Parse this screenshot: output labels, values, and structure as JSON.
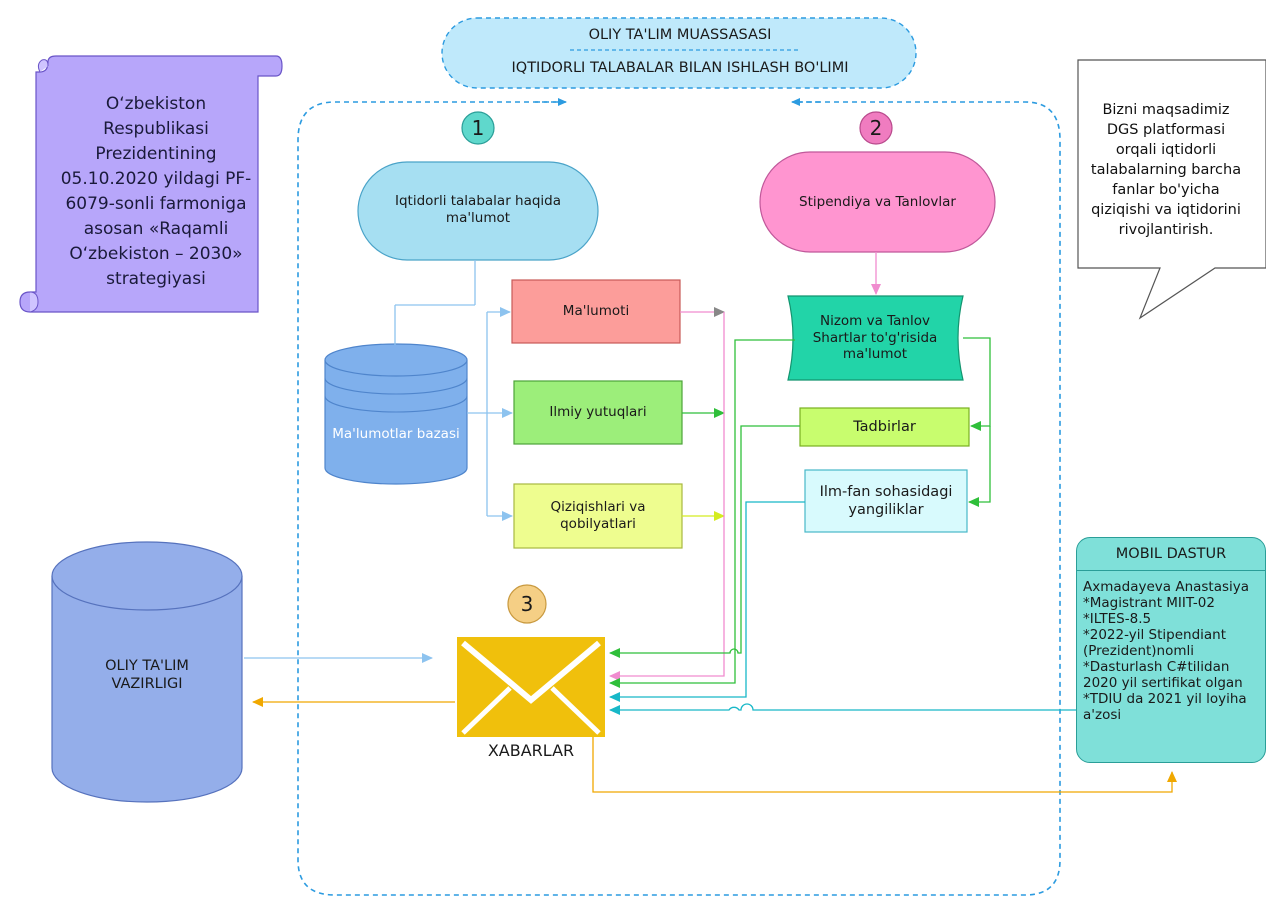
{
  "header": {
    "line1": "OLIY TA'LIM MUASSASASI",
    "line2": "IQTIDORLI TALABALAR BILAN ISHLASH BO'LIMI"
  },
  "scroll": {
    "text": "O‘zbekiston Respublikasi Prezidentining 05.10.2020 yildagi PF-6079-sonli farmoniga asosan «Raqamli O‘zbekiston – 2030» strategiyasi"
  },
  "callout": {
    "text": "Bizni maqsadimiz DGS platformasi orqali iqtidorli talabalarning barcha fanlar bo'yicha qiziqishi va iqtidorini rivojlantirish."
  },
  "markers": {
    "one": "1",
    "two": "2",
    "three": "3"
  },
  "nodes": {
    "info_terminal": "Iqtidorli talabalar haqida ma'lumot",
    "stipend_terminal": "Stipendiya va Tanlovlar",
    "database": "Ma'lumotlar bazasi",
    "malumoti": "Ma'lumoti",
    "ilmiy": "Ilmiy yutuqlari",
    "qiziqish": "Qiziqishlari va qobilyatlari",
    "nizom": "Nizom va Tanlov Shartlar to'g'risida ma'lumot",
    "tadbirlar": "Tadbirlar",
    "ilmfan": "Ilm-fan sohasidagi yangiliklar",
    "ministry": "OLIY TA'LIM VAZIRLIGI",
    "mail_label": "XABARLAR"
  },
  "mobile": {
    "title": "MOBIL DASTUR",
    "body": "Axmadayeva Anastasiya\n*Magistrant MIIT-02\n*ILTES-8.5\n*2022-yil Stipendiant (Prezident)nomli\n*Dasturlash C#tilidan 2020 yil sertifikat olgan\n*TDIU da 2021 yil loyiha a'zosi"
  },
  "colors": {
    "header_fill": "#bfe9fb",
    "dashed_frame": "#2c9be0",
    "scroll_fill": "#b7a6fa",
    "marker_1": "#5fd8cc",
    "marker_2": "#f07cc0",
    "marker_3": "#f5cf85",
    "info_terminal": "#a6dff2",
    "stipend_terminal": "#ff95d0",
    "database": "#7fb0ec",
    "malumoti": "#fc9d9a",
    "ilmiy": "#9cee7a",
    "qiziqish": "#eefd8f",
    "nizom": "#22d4a8",
    "tadbirlar": "#c8fd6e",
    "ilmfan": "#d8fafd",
    "ministry": "#94aeea",
    "mail": "#f0c00c",
    "mobile": "#7fe0d9"
  }
}
